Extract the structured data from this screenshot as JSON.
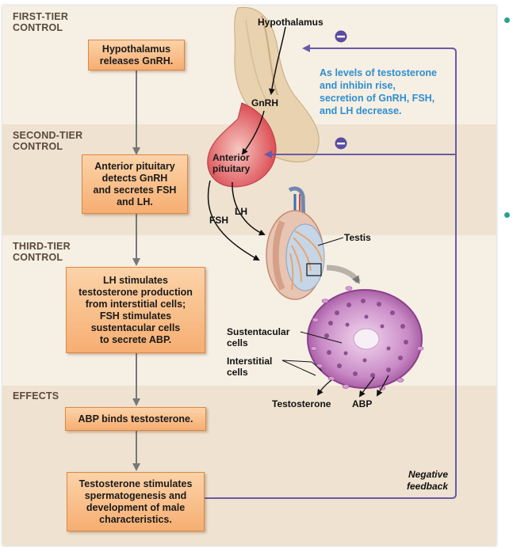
{
  "tiers": {
    "first": "FIRST-TIER\nCONTROL",
    "second": "SECOND-TIER\nCONTROL",
    "third": "THIRD-TIER\nCONTROL",
    "effects": "EFFECTS"
  },
  "boxes": {
    "gnrh_release": "Hypothalamus\nreleases GnRH.",
    "pituitary": "Anterior pituitary\ndetects GnRH\nand secretes FSH\nand LH.",
    "lh_fsh": "LH stimulates\ntestosterone production\nfrom interstitial cells;\nFSH stimulates\nsustentacular cells\nto secrete ABP.",
    "abp": "ABP binds testosterone.",
    "testosterone": "Testosterone stimulates\nspermatogenesis and\ndevelopment of male\ncharacteristics."
  },
  "labels": {
    "hypothalamus": "Hypothalamus",
    "gnrh": "GnRH",
    "anterior_pituitary": "Anterior\npituitary",
    "fsh": "FSH",
    "lh": "LH",
    "testis": "Testis",
    "sustentacular": "Sustentacular\ncells",
    "interstitial": "Interstitial\ncells",
    "testosterone": "Testosterone",
    "abp": "ABP"
  },
  "feedback_note": "As levels of testosterone\nand inhibin rise,\nsecretion of GnRH, FSH,\nand LH decrease.",
  "negative_feedback": "Negative\nfeedback",
  "colors": {
    "box_fill": "#f6ae72",
    "feedback_line": "#6a5aa8",
    "note_text": "#2f8fcf",
    "bullet": "#2aa198"
  }
}
